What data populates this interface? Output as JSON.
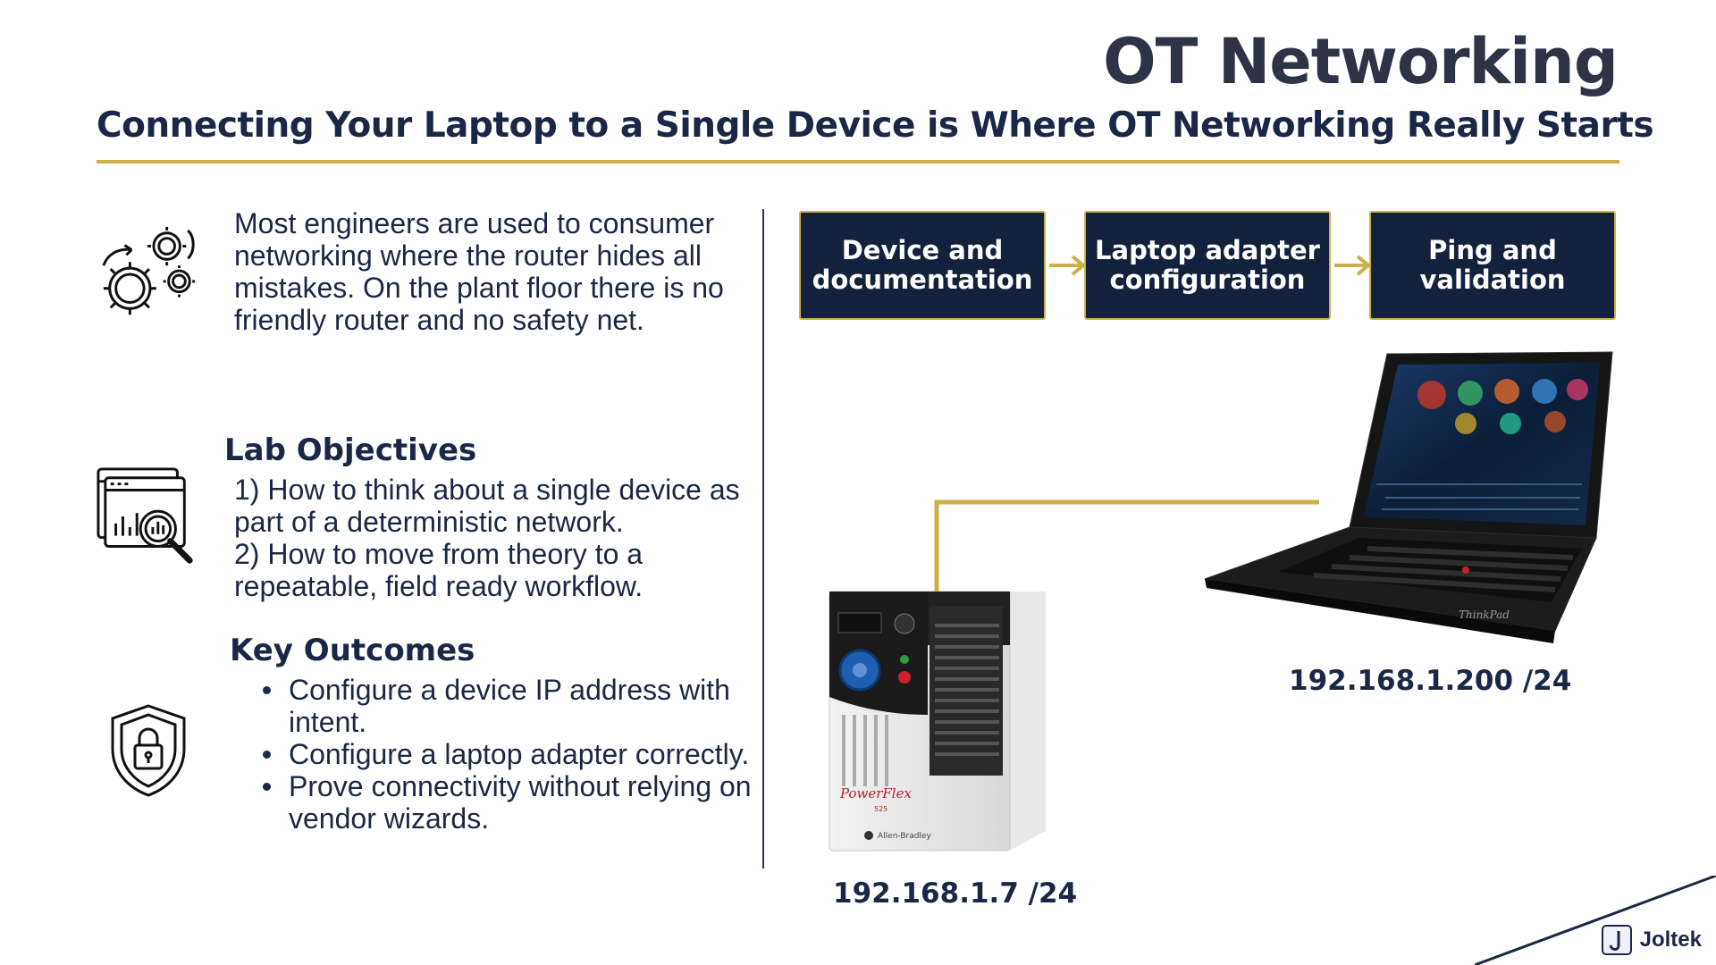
{
  "header": {
    "title": "OT Networking",
    "subtitle": "Connecting Your Laptop to a Single Device is Where OT Networking Really Starts"
  },
  "intro": {
    "text": "Most engineers are used to consumer networking where the router hides all mistakes. On the plant floor there is no friendly router and no safety net.",
    "icon": "gears-icon"
  },
  "objectives": {
    "heading": "Lab Objectives",
    "icon": "analytics-search-icon",
    "items": [
      "1) How to think about a single device as part of a deterministic network.",
      "2) How to move from theory to a repeatable, field ready workflow."
    ]
  },
  "outcomes": {
    "heading": "Key Outcomes",
    "icon": "shield-lock-icon",
    "items": [
      "Configure a device IP address with intent.",
      "Configure a laptop adapter correctly.",
      "Prove connectivity without relying on vendor wizards."
    ]
  },
  "workflow": {
    "steps": [
      "Device and documentation",
      "Laptop adapter configuration",
      "Ping and validation"
    ]
  },
  "devices": {
    "drive": {
      "brand": "PowerFlex",
      "model": "525",
      "maker": "Allen-Bradley",
      "ip": "192.168.1.7 /24"
    },
    "laptop": {
      "brand": "ThinkPad",
      "ip": "192.168.1.200 /24"
    }
  },
  "footer": {
    "brand": "Joltek"
  },
  "colors": {
    "navy": "#14213d",
    "gold": "#cdb04a",
    "text": "#1b2747"
  }
}
